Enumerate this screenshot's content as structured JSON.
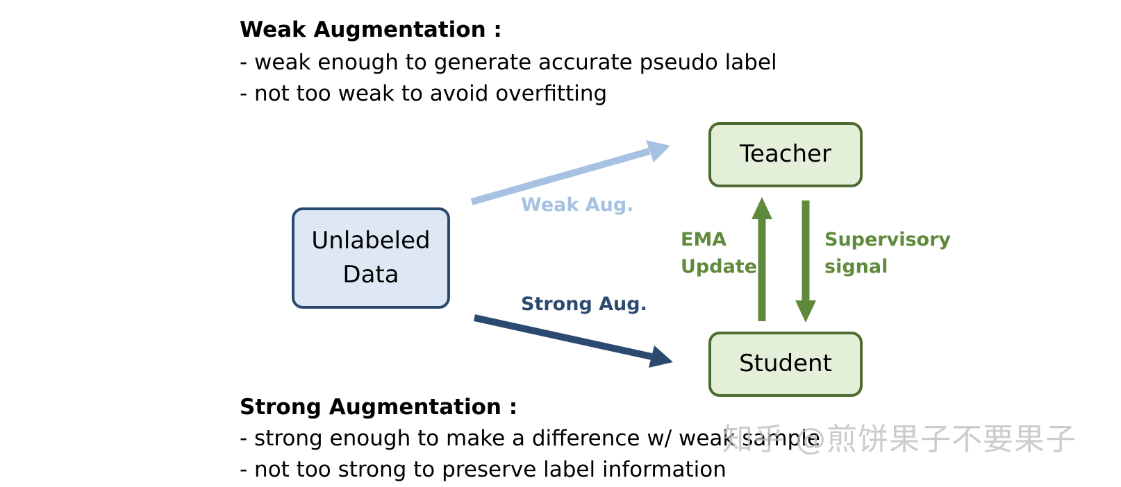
{
  "weak_section": {
    "heading": "Weak Augmentation :",
    "points": [
      "- weak enough to generate accurate pseudo label",
      "- not too weak to avoid overfitting"
    ]
  },
  "strong_section": {
    "heading": "Strong Augmentation :",
    "points": [
      "- strong enough to make a difference w/ weak sample",
      "- not too strong to preserve label information"
    ]
  },
  "nodes": {
    "unlabeled_data": [
      "Unlabeled",
      "Data"
    ],
    "teacher": "Teacher",
    "student": "Student"
  },
  "edges": {
    "weak_aug": "Weak Aug.",
    "strong_aug": "Strong Aug.",
    "ema_update": [
      "EMA",
      "Update"
    ],
    "supervisory_signal": [
      "Supervisory",
      "signal"
    ]
  },
  "colors": {
    "weak_arrow": "#a6c1e2",
    "strong_arrow": "#2c4a70",
    "green_arrow": "#5f8a3b",
    "data_fill": "#dde8f4",
    "data_border": "#2c4a6e",
    "model_fill": "#e4efd9",
    "model_border": "#4f6b2f"
  },
  "watermark": "知乎 @煎饼果子不要果子"
}
